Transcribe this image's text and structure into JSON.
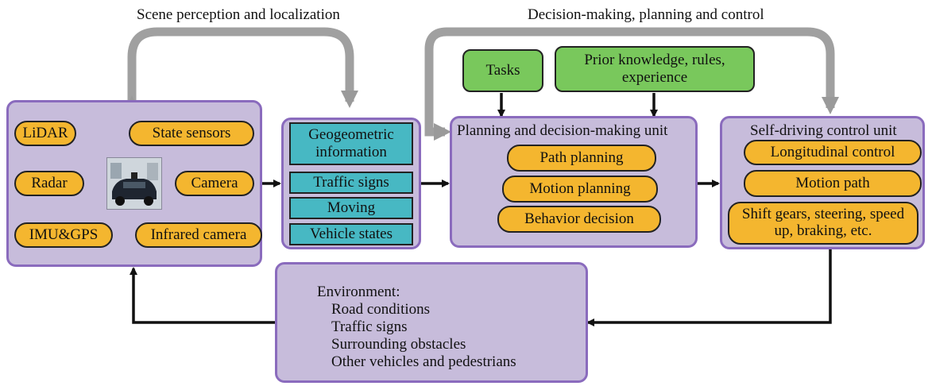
{
  "captions": {
    "perception": "Scene perception and localization",
    "decision": "Decision-making, planning and control"
  },
  "sensors": {
    "lidar": "LiDAR",
    "state_sensors": "State sensors",
    "radar": "Radar",
    "camera": "Camera",
    "imu_gps": "IMU&GPS",
    "infrared": "Infrared camera"
  },
  "info": {
    "geogeometric": "Geogeometric information",
    "traffic_signs": "Traffic signs",
    "moving": "Moving",
    "vehicle_states": "Vehicle states"
  },
  "inputs": {
    "tasks": "Tasks",
    "prior": "Prior knowledge, rules, experience"
  },
  "planning_unit": {
    "title": "Planning and decision-making unit",
    "path": "Path planning",
    "motion": "Motion planning",
    "behavior": "Behavior decision"
  },
  "control_unit": {
    "title": "Self-driving control unit",
    "longitudinal": "Longitudinal control",
    "motion_path": "Motion path",
    "actions": "Shift gears, steering, speed up, braking, etc."
  },
  "environment": {
    "heading": "Environment:",
    "items": [
      "Road conditions",
      "Traffic signs",
      "Surrounding obstacles",
      "Other vehicles and pedestrians"
    ]
  }
}
